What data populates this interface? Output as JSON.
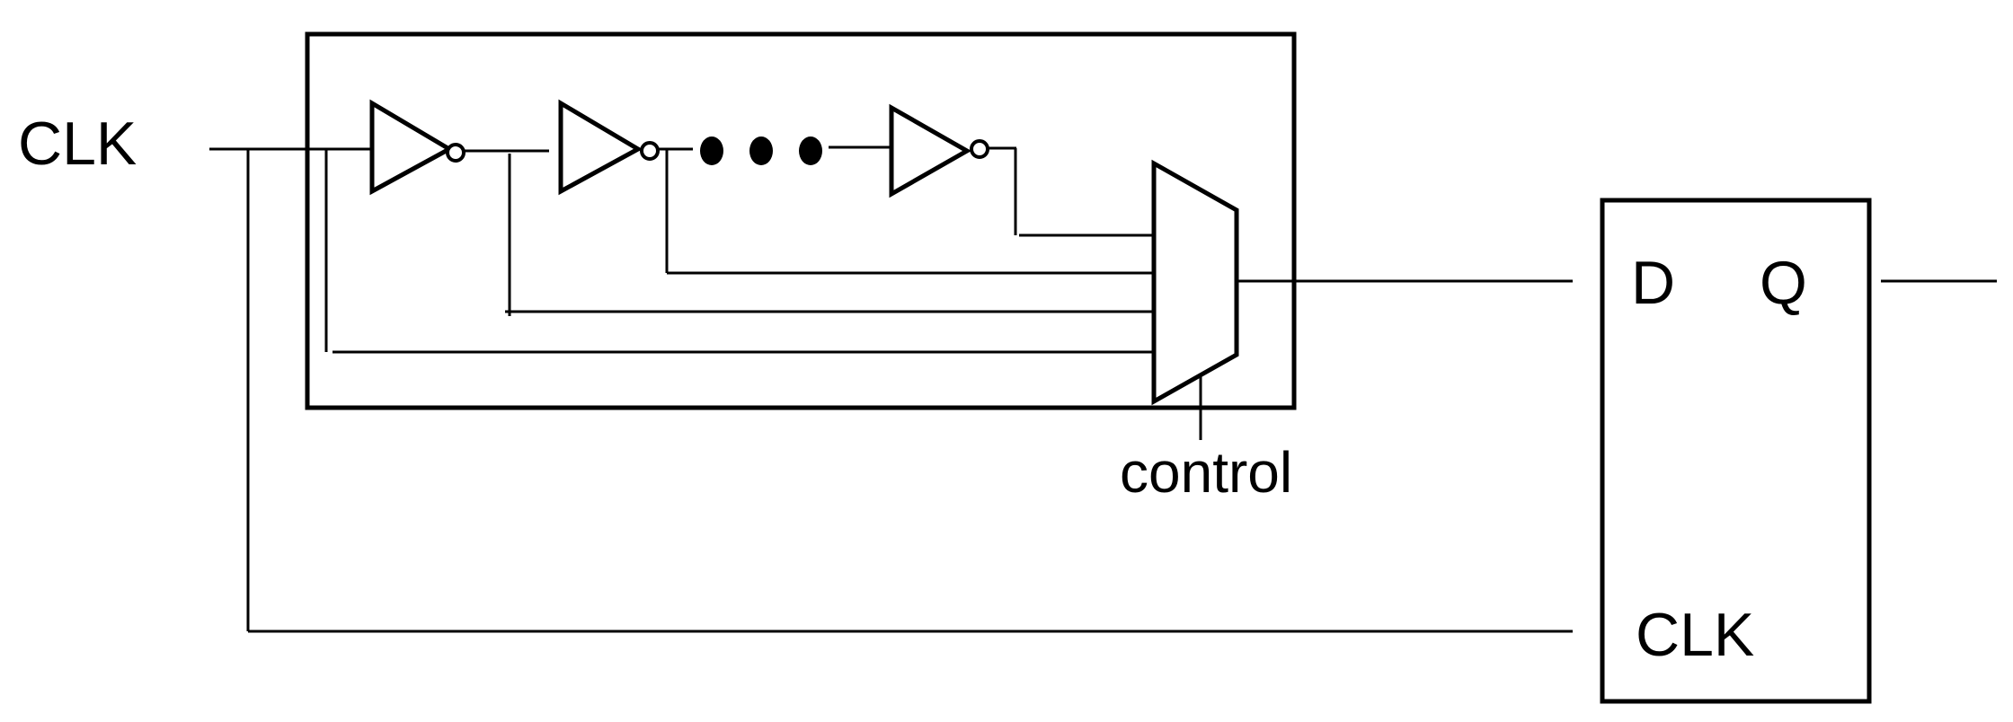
{
  "labels": {
    "clk_input": "CLK",
    "control": "control",
    "ff_d": "D",
    "ff_q": "Q",
    "ff_clk": "CLK"
  },
  "colors": {
    "stroke": "#000000",
    "background": "#ffffff"
  }
}
